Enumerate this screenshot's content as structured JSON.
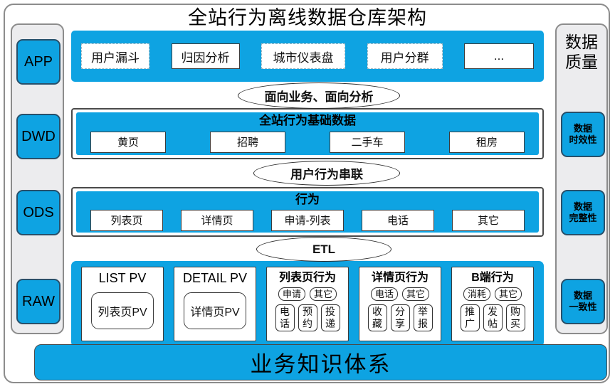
{
  "title": "全站行为离线数据仓库架构",
  "footer": "业务知识体系",
  "colors": {
    "accent": "#0EA3E2",
    "rail_bg": "#ECECEE",
    "border": "#4A4A4A"
  },
  "left_sidebar": {
    "items": [
      {
        "label": "APP"
      },
      {
        "label": "DWD"
      },
      {
        "label": "ODS"
      },
      {
        "label": "RAW"
      }
    ]
  },
  "right_sidebar": {
    "title_line1": "数据",
    "title_line2": "质量",
    "items": [
      {
        "line1": "数据",
        "line2": "时效性"
      },
      {
        "line1": "数据",
        "line2": "完整性"
      },
      {
        "line1": "数据",
        "line2": "一致性"
      }
    ]
  },
  "app_layer": {
    "boxes": [
      {
        "label": "用户漏斗",
        "style": "dashed"
      },
      {
        "label": "归因分析",
        "style": "solid"
      },
      {
        "label": "城市仪表盘",
        "style": "dashed"
      },
      {
        "label": "用户分群",
        "style": "dashed"
      },
      {
        "label": "...",
        "style": "solid"
      }
    ]
  },
  "connectors": {
    "ellipse1": "面向业务、面向分析",
    "ellipse2": "用户行为串联",
    "ellipse3": "ETL"
  },
  "dwd_layer": {
    "title": "全站行为基础数据",
    "boxes": [
      {
        "label": "黄页"
      },
      {
        "label": "招聘"
      },
      {
        "label": "二手车"
      },
      {
        "label": "租房"
      }
    ]
  },
  "ods_layer": {
    "title": "行为",
    "boxes": [
      {
        "label": "列表页"
      },
      {
        "label": "详情页"
      },
      {
        "label": "申请-列表"
      },
      {
        "label": "电话"
      },
      {
        "label": "其它"
      }
    ]
  },
  "raw_layer": {
    "boxes": [
      {
        "title": "LIST PV",
        "inner": "列表页PV"
      },
      {
        "title": "DETAIL PV",
        "inner": "详情页PV"
      },
      {
        "title": "列表页行为",
        "row1": [
          "申请",
          "其它"
        ],
        "row2": [
          "电话",
          "预约",
          "投递"
        ]
      },
      {
        "title": "详情页行为",
        "row1": [
          "电话",
          "其它"
        ],
        "row2": [
          "收藏",
          "分享",
          "举报"
        ]
      },
      {
        "title": "B端行为",
        "row1": [
          "消耗",
          "其它"
        ],
        "row2": [
          "推广",
          "发帖",
          "购买"
        ]
      }
    ]
  }
}
